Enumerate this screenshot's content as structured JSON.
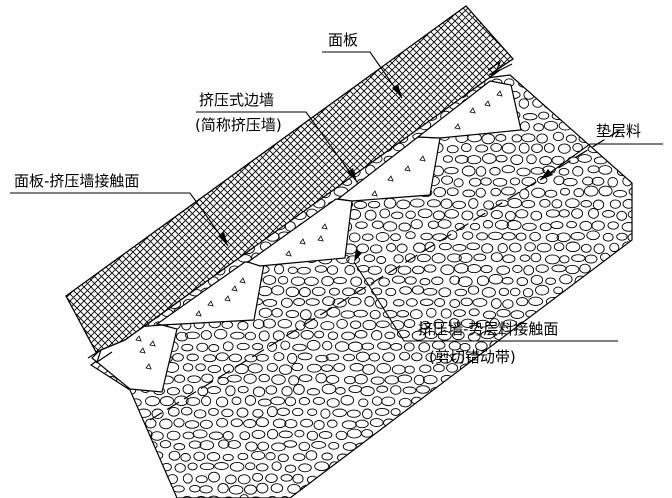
{
  "labels": {
    "panel": "面板",
    "extruded_wall": "挤压式边墙",
    "extruded_wall_short": "(简称挤压墙)",
    "cushion": "垫层料",
    "panel_wall_interface": "面板-挤压墙接触面",
    "wall_cushion_interface": "挤压墙-势层料接触面",
    "shear_zone": "(剪切错动带)"
  }
}
